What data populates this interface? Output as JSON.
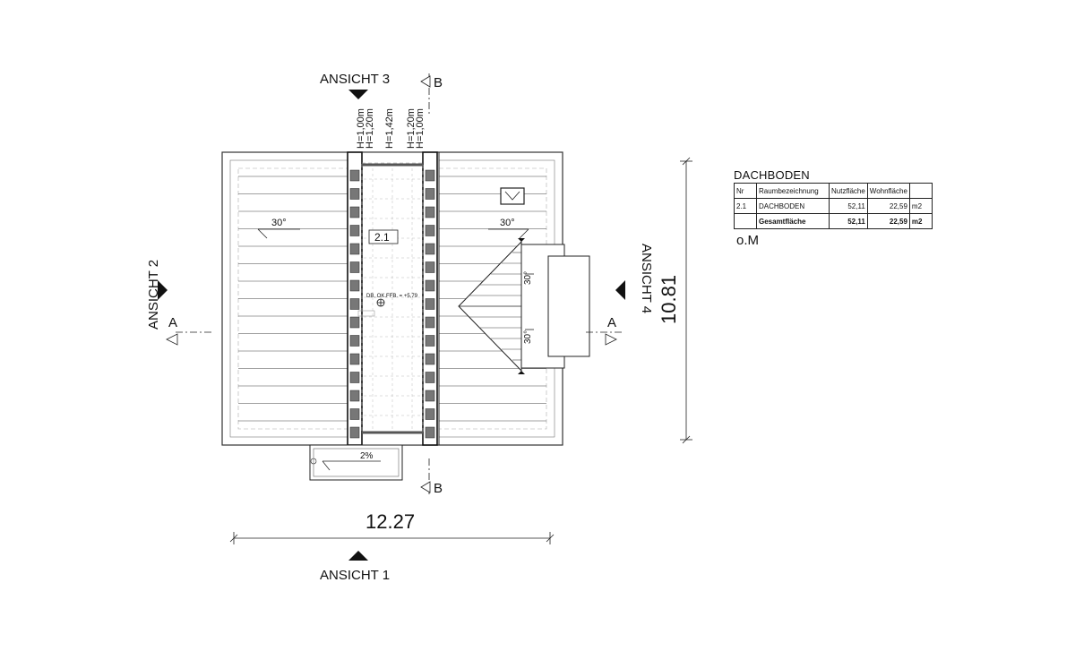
{
  "views": {
    "view1": "ANSICHT 1",
    "view2": "ANSICHT 2",
    "view3": "ANSICHT 3",
    "view4": "ANSICHT 4"
  },
  "sections": {
    "a": "A",
    "b": "B"
  },
  "dimensions": {
    "width": "12.27",
    "depth": "10.81"
  },
  "heights": [
    "H=1,00m",
    "H=1,20m",
    "H=1,42m",
    "H=1,20m",
    "H=1,00m"
  ],
  "roof_pitch": [
    "30°",
    "30°",
    "30°",
    "30°"
  ],
  "slope": "2%",
  "room_tag": "2.1",
  "level_note": "DB, OK.FFB. = +5,79",
  "room_table": {
    "title": "DACHBODEN",
    "headers": [
      "Nr",
      "Raumbezeichnung",
      "Nutzfläche",
      "Wohnfläche",
      ""
    ],
    "rows": [
      {
        "nr": "2.1",
        "name": "DACHBODEN",
        "nutz": "52,11",
        "wohn": "22,59",
        "unit": "m2"
      }
    ],
    "total": {
      "label": "Gesamtfläche",
      "nutz": "52,11",
      "wohn": "22,59",
      "unit": "m2"
    }
  },
  "scale_note": "o.M"
}
